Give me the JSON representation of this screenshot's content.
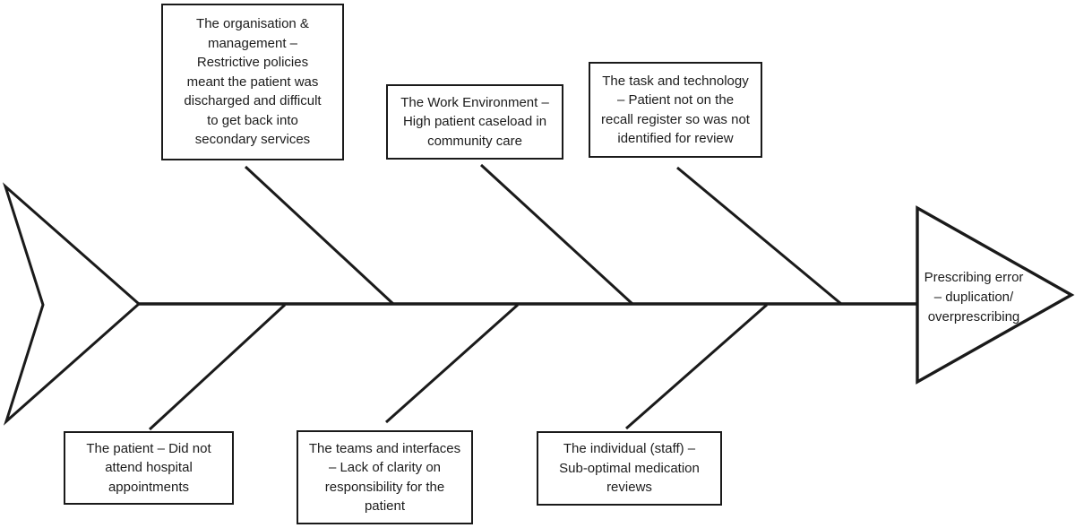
{
  "diagram": {
    "type": "fishbone-cause-effect",
    "colors": {
      "background": "#ffffff",
      "line": "#1a1a1a",
      "box_border": "#1a1a1a",
      "text": "#1c1c1c"
    },
    "effect": {
      "id": "prescribing-error",
      "label": "Prescribing error\n– duplication/\noverprescribing"
    },
    "top_causes": [
      {
        "id": "organisation-management",
        "label": "The organisation &\nmanagement –\nRestrictive policies\nmeant the patient was\ndischarged and difficult\nto get back into\nsecondary services"
      },
      {
        "id": "work-environment",
        "label": "The Work Environment –\nHigh patient caseload in\ncommunity care"
      },
      {
        "id": "task-technology",
        "label": "The task and technology\n– Patient not on the\nrecall register so was not\nidentified for review"
      }
    ],
    "bottom_causes": [
      {
        "id": "patient",
        "label": "The patient – Did not\nattend hospital\nappointments"
      },
      {
        "id": "teams-interfaces",
        "label": "The teams and interfaces\n– Lack of clarity on\nresponsibility for the\npatient"
      },
      {
        "id": "individual-staff",
        "label": "The individual (staff) –\nSub-optimal medication\nreviews"
      }
    ]
  }
}
